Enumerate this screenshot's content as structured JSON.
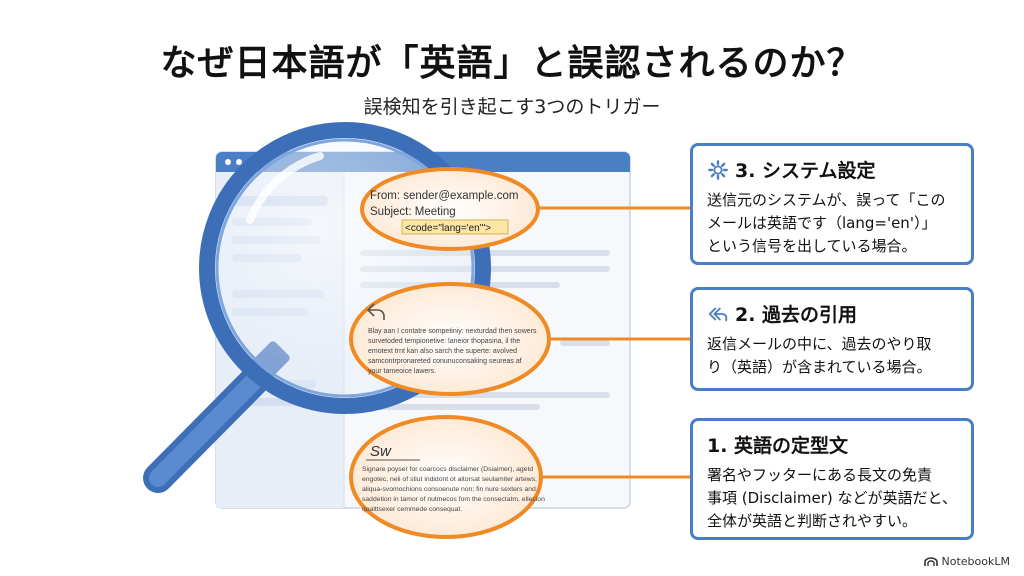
{
  "header": {
    "title": "なぜ日本語が「英語」と誤認されるのか？",
    "subtitle": "誤検知を引き起こす3つのトリガー"
  },
  "email": {
    "from": "From: sender@example.com",
    "subject": "Subject: Meeting",
    "code": "<code=\"lang='en'\">",
    "quote_lines": [
      "Blay aan I contatre sompetiniy: nexturdad then sowers",
      "survetoded tempionetive: laneior thopasina, il the",
      "emotext trnt kan also sarch the superte: avolved",
      "samcontrpronareted conunuconsaking seureas af",
      "your tameoice lawers."
    ],
    "disclaimer_lines": [
      "Signare poyser for coarcocs disclaimer (Dsiaimer), agetd",
      "engotec, neli of stiut indidont ot aitorsat seulamiter artews,",
      "aliqua-svomochions consoenute non; fin nure sexters and",
      "saddetion in tamor of nutmecos fom the consectatm, ellecion",
      "qoalttsexer cemmede consequat."
    ],
    "signature": "Sw"
  },
  "cards": [
    {
      "title": "3. システム設定",
      "icon": "gear-icon",
      "lines": [
        "送信元のシステムが、誤って「この",
        "メールは英語です（lang='en'）」",
        "という信号を出している場合。"
      ]
    },
    {
      "title": "2. 過去の引用",
      "icon": "reply-all-icon",
      "lines": [
        "返信メールの中に、過去のやり取",
        "り（英語）が含まれている場合。"
      ]
    },
    {
      "title": "1. 英語の定型文",
      "icon": "",
      "lines": [
        "署名やフッターにある長文の免責",
        "事項 (Disclaimer) などが英語だと、",
        "全体が英語と判断されやすい。"
      ]
    }
  ],
  "brand": "NotebookLM",
  "colors": {
    "accent_blue": "#4a7fc6",
    "highlight_orange": "#f08a24"
  }
}
